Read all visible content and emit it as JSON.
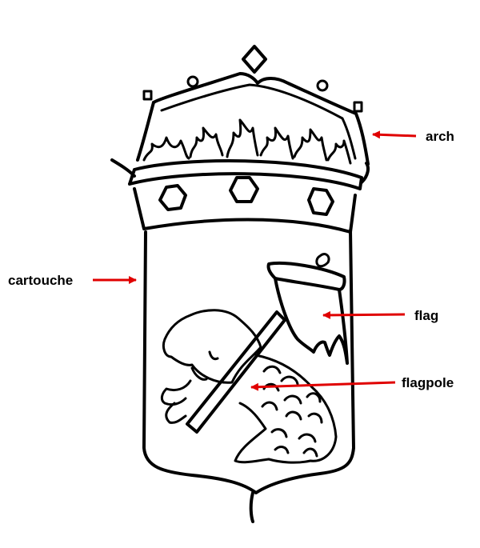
{
  "labels": {
    "arch": "arch",
    "cartouche": "cartouche",
    "flag": "flag",
    "flagpole": "flagpole"
  },
  "colors": {
    "arrow": "#e00000",
    "ink": "#000000",
    "background": "#ffffff"
  }
}
